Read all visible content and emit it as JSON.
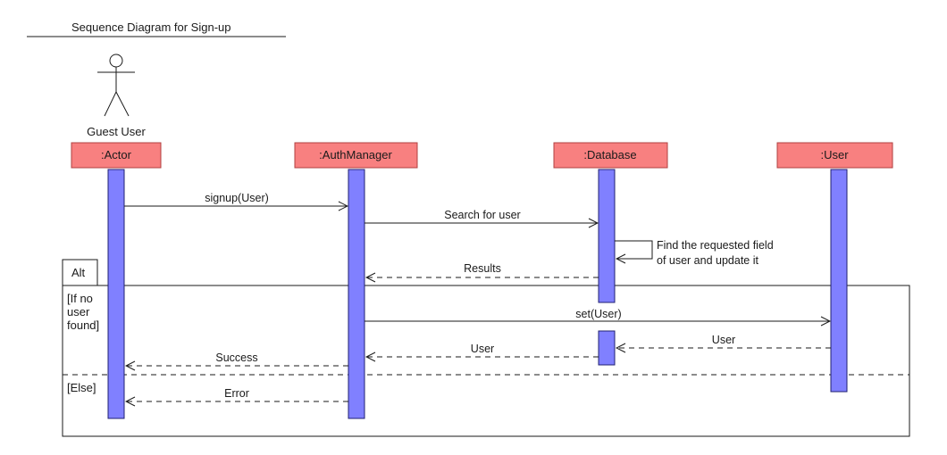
{
  "title": "Sequence Diagram for Sign-up",
  "actor_caption": "Guest User",
  "lifelines": [
    {
      "label": ":Actor"
    },
    {
      "label": ":AuthManager"
    },
    {
      "label": ":Database"
    },
    {
      "label": ":User"
    }
  ],
  "messages": {
    "signup": "signup(User)",
    "search": "Search for user",
    "self_note_line1": "Find the requested field",
    "self_note_line2": "of user and update it",
    "results": "Results",
    "set_user": "set(User)",
    "user_return_db": "User",
    "user_return_auth": "User",
    "success": "Success",
    "error": "Error"
  },
  "fragment": {
    "operator": "Alt",
    "guard1_line1": "[If no",
    "guard1_line2": "user",
    "guard1_line3": "found]",
    "guard2": "[Else]"
  },
  "colors": {
    "lifeline_head_fill": "#f88080",
    "lifeline_head_stroke": "#b04040",
    "activation_fill": "#8080ff",
    "activation_stroke": "#202070",
    "line": "#1a1a1a"
  }
}
